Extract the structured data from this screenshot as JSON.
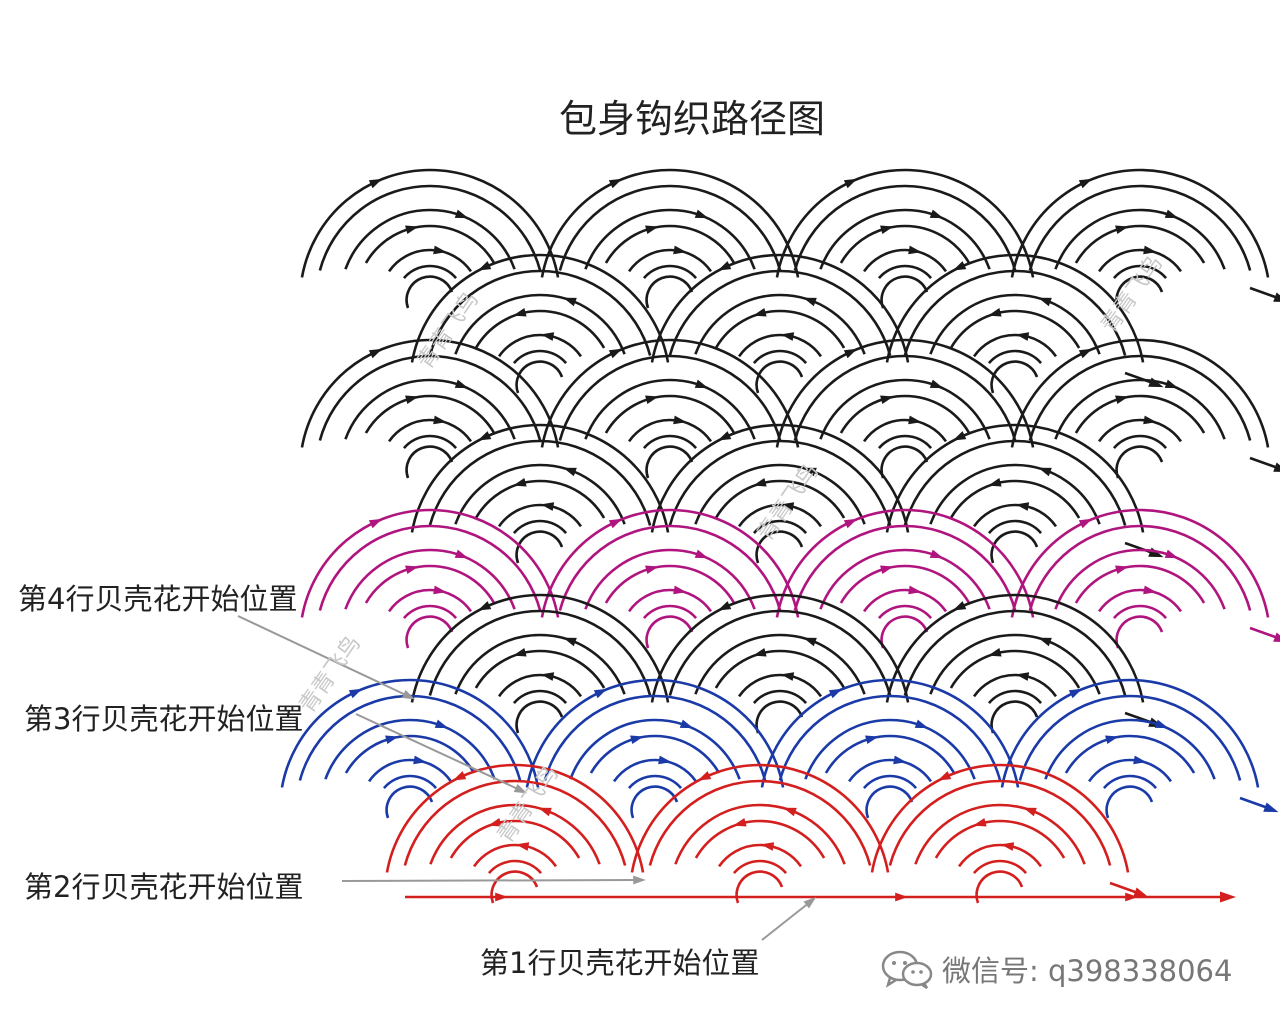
{
  "title": "包身钩织路径图",
  "labels": {
    "row4": "第4行贝壳花开始位置",
    "row3": "第3行贝壳花开始位置",
    "row2": "第2行贝壳花开始位置",
    "row1": "第1行贝壳花开始位置"
  },
  "watermark": "青青飞鸟",
  "footer": {
    "icon": "wechat-icon",
    "text": "微信号: q398338064"
  },
  "colors": {
    "row1": "#d41f1f",
    "row2": "#1a3aa8",
    "row4": "#b0147e",
    "other": "#1a1a1a",
    "pointer": "#999999"
  }
}
